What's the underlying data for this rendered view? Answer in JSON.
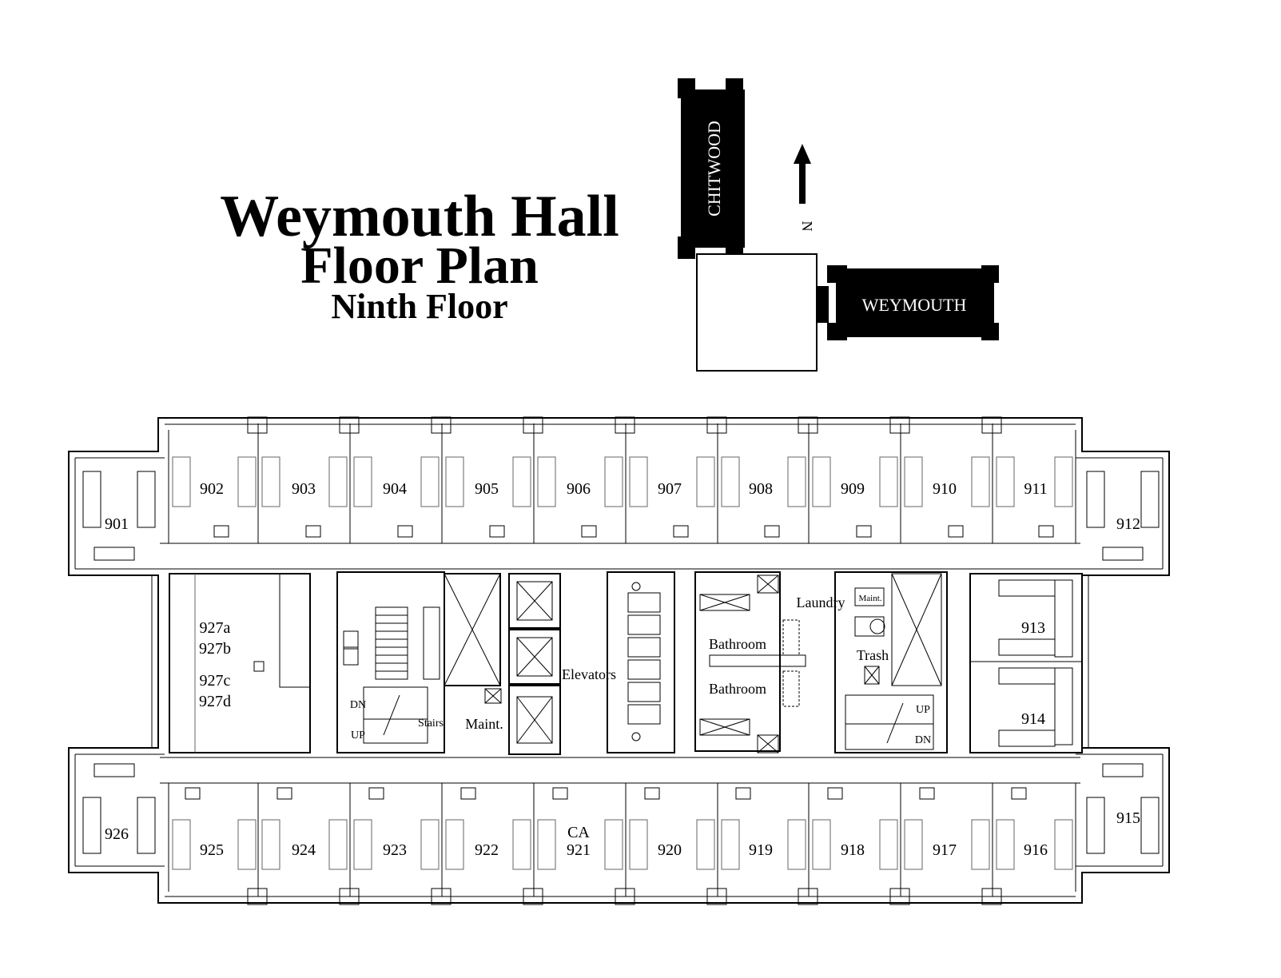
{
  "title": {
    "line1": "Weymouth Hall",
    "line2": "Floor Plan",
    "line3": "Ninth Floor"
  },
  "key_map": {
    "building_north": "CHITWOOD",
    "building_east": "WEYMOUTH",
    "north_marker": "N"
  },
  "rooms": {
    "top_row": [
      "902",
      "903",
      "904",
      "905",
      "906",
      "907",
      "908",
      "909",
      "910",
      "911"
    ],
    "bottom_row": [
      "925",
      "924",
      "923",
      "922",
      "921",
      "920",
      "919",
      "918",
      "917",
      "916"
    ],
    "corner_nw": "901",
    "corner_ne": "912",
    "corner_sw": "926",
    "corner_se": "915",
    "east_upper": "913",
    "east_lower": "914",
    "west_suite": [
      "927a",
      "927b",
      "927c",
      "927d"
    ],
    "ca_tag": "CA"
  },
  "areas": {
    "elevators": "Elevators",
    "laundry": "Laundry",
    "bathroom_upper": "Bathroom",
    "bathroom_lower": "Bathroom",
    "trash": "Trash",
    "maint_center": "Maint.",
    "maint_small": "Maint.",
    "stairs": "Stairs",
    "stair_west_dn": "DN",
    "stair_west_up": "UP",
    "stair_east_up": "UP",
    "stair_east_dn": "DN"
  }
}
